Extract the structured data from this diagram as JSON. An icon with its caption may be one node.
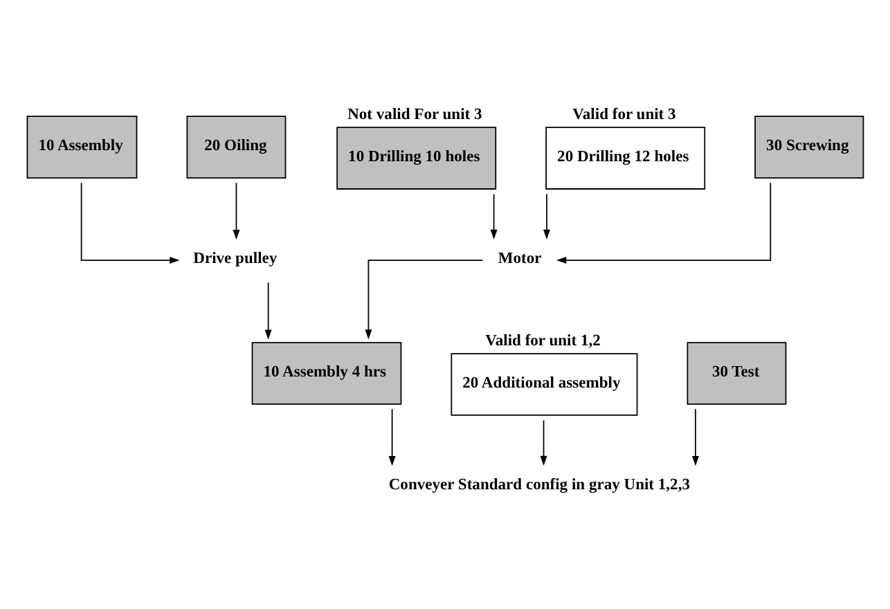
{
  "diagram": {
    "nodes": [
      {
        "text": [
          "10 Assembly"
        ]
      },
      {
        "text": [
          "20 Oiling"
        ]
      },
      {
        "text": [
          "Drive pulley"
        ]
      },
      {
        "text": [
          "10 Assembly 4 hrs"
        ]
      },
      {
        "text": [
          "20 Additional assembly"
        ],
        "beside": [
          "Valid for unit 1,2"
        ]
      },
      {
        "text": [
          "30 Test"
        ]
      },
      {
        "text": [
          "Conveyer Standard config in gray Unit 1,2,3"
        ]
      },
      {
        "text": [
          "10 Drilling 10 holes"
        ],
        "beside": [
          "Not valid For unit 3"
        ]
      },
      {
        "text": [
          "20 Drilling 12 holes"
        ],
        "beside": [
          "Valid for unit 3"
        ]
      },
      {
        "text": [
          "30 Screwing"
        ]
      },
      {
        "text": [
          "Motor"
        ]
      }
    ],
    "edges": [
      {
        "from": 0,
        "to": 2,
        "arrow": "to"
      },
      {
        "from": 1,
        "to": 2,
        "arrow": "to"
      },
      {
        "from": 2,
        "to": 3,
        "arrow": "to"
      },
      {
        "from": 3,
        "to": 6,
        "arrow": "to"
      },
      {
        "from": 4,
        "to": 6,
        "arrow": "to"
      },
      {
        "from": 5,
        "to": 6,
        "arrow": "to"
      },
      {
        "from": 7,
        "to": 10,
        "arrow": "to"
      },
      {
        "from": 8,
        "to": 10,
        "arrow": "to"
      },
      {
        "from": 9,
        "to": 10,
        "arrow": "to"
      },
      {
        "from": 10,
        "to": 3,
        "arrow": "to"
      }
    ]
  }
}
